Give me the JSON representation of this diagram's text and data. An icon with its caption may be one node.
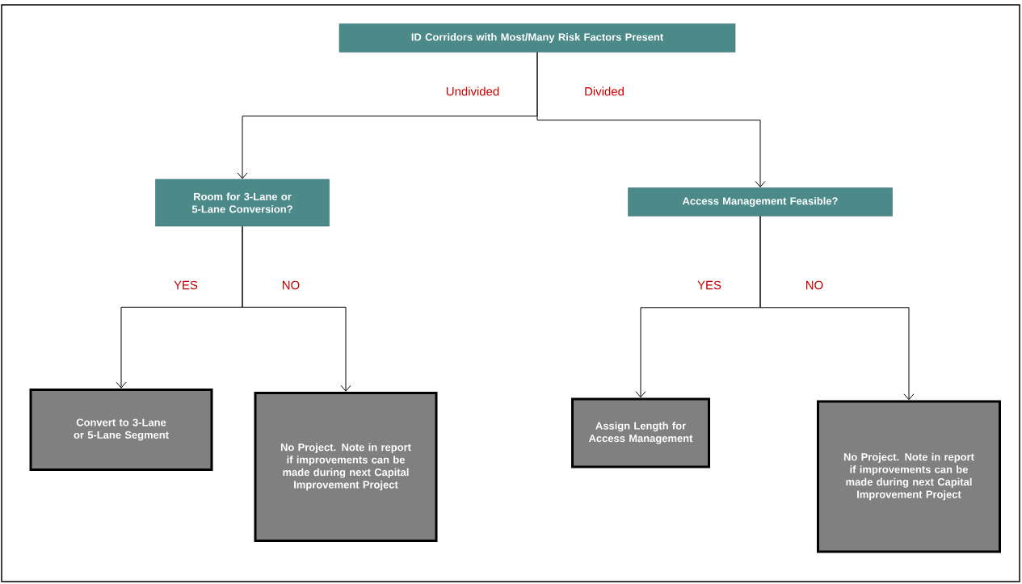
{
  "diagram": {
    "nodes": [
      {
        "text": [
          "ID Corridors with Most/Many Risk Factors Present"
        ]
      },
      {
        "text": [
          "Room for 3-Lane or 5-Lane Conversion?"
        ]
      },
      {
        "text": [
          "Access Management Feasible?"
        ]
      },
      {
        "text": [
          "Convert to 3-Lane or 5-Lane Segment"
        ]
      },
      {
        "text": [
          "No Project. Note in report if improvements can be made during next Capital Improvement Project"
        ]
      },
      {
        "text": [
          "Assign Length for Access Management"
        ]
      },
      {
        "text": [
          "No Project. Note in report if improvements can be made during next Capital Improvement Project"
        ]
      }
    ],
    "edges": [
      {
        "from": 0,
        "to": 1,
        "arrow": "to",
        "label": "Undivided"
      },
      {
        "from": 0,
        "to": 2,
        "arrow": "to",
        "label": "Divided"
      },
      {
        "from": 1,
        "to": 3,
        "arrow": "to",
        "label": "YES"
      },
      {
        "from": 1,
        "to": 4,
        "arrow": "to",
        "label": "NO"
      },
      {
        "from": 2,
        "to": 5,
        "arrow": "to",
        "label": "YES"
      },
      {
        "from": 2,
        "to": 6,
        "arrow": "to",
        "label": "NO"
      }
    ]
  }
}
